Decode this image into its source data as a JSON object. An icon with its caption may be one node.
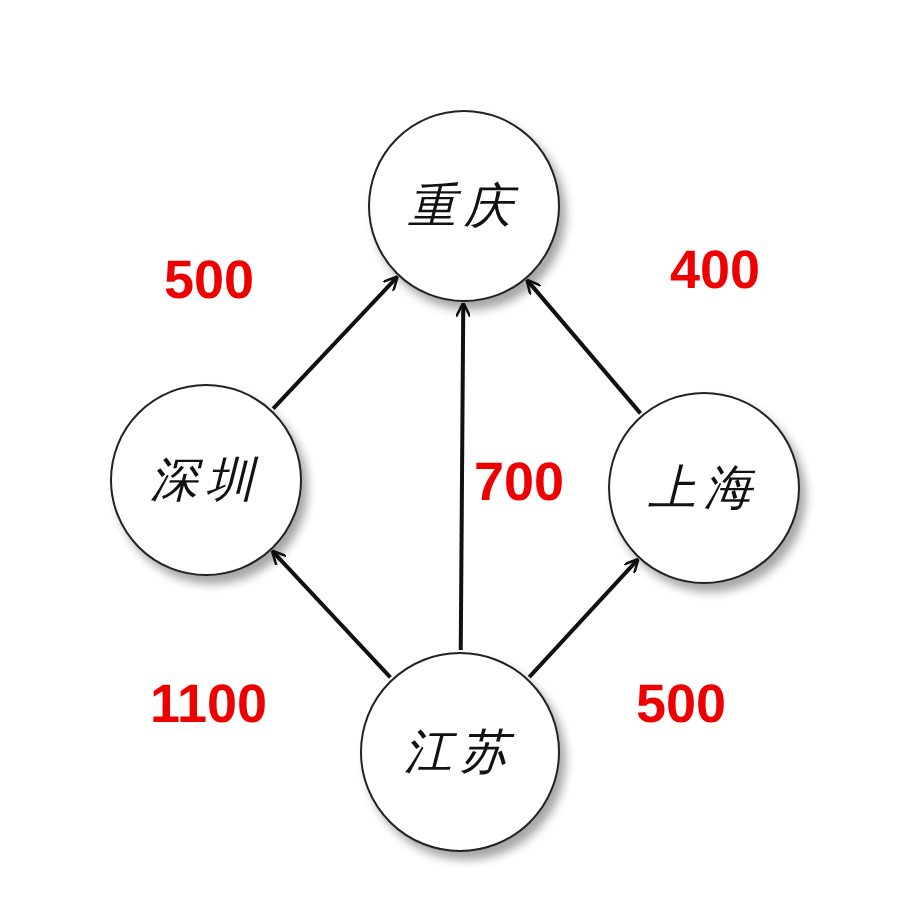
{
  "diagram": {
    "nodes": [
      {
        "text": [
          "重庆"
        ]
      },
      {
        "text": [
          "深圳"
        ]
      },
      {
        "text": [
          "上海"
        ]
      },
      {
        "text": [
          "江苏"
        ]
      }
    ],
    "edges": [
      {
        "from": 1,
        "to": 0,
        "arrow": "to",
        "label": "500"
      },
      {
        "from": 2,
        "to": 0,
        "arrow": "to",
        "label": "400"
      },
      {
        "from": 3,
        "to": 0,
        "arrow": "to",
        "label": "700"
      },
      {
        "from": 3,
        "to": 1,
        "arrow": "to",
        "label": "1100"
      },
      {
        "from": 3,
        "to": 2,
        "arrow": "to",
        "label": "500"
      }
    ]
  }
}
